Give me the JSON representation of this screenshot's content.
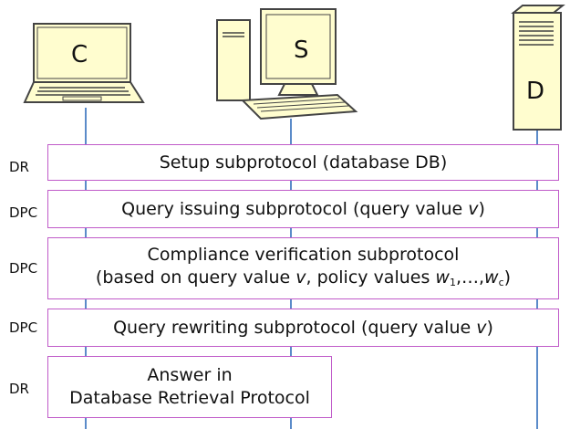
{
  "nodes": {
    "client": {
      "label": "C"
    },
    "server": {
      "label": "S"
    },
    "database": {
      "label": "D"
    }
  },
  "colors": {
    "box_border": "#c05bc9",
    "lifeline": "#5b8bc9",
    "computer_fill": "#fffdcf",
    "computer_stroke": "#444444"
  },
  "steps": [
    {
      "tag": "DR",
      "text": "Setup subprotocol (database DB)"
    },
    {
      "tag": "DPC",
      "text_before": "Query issuing subprotocol (query value ",
      "var": "v",
      "text_after": ")"
    },
    {
      "tag": "DPC",
      "line1": "Compliance verification subprotocol",
      "line2_before": "(based on query value ",
      "line2_var": "v",
      "line2_mid": ", policy values ",
      "w_first": "w",
      "w_first_sub": "1",
      "ellipsis": ",…,",
      "w_last": "w",
      "w_last_sub": "c",
      "line2_after": ")"
    },
    {
      "tag": "DPC",
      "text_before": "Query rewriting subprotocol (query value ",
      "var": "v",
      "text_after": ")"
    },
    {
      "tag": "DR",
      "line1": "Answer in",
      "line2": "Database Retrieval Protocol"
    }
  ]
}
